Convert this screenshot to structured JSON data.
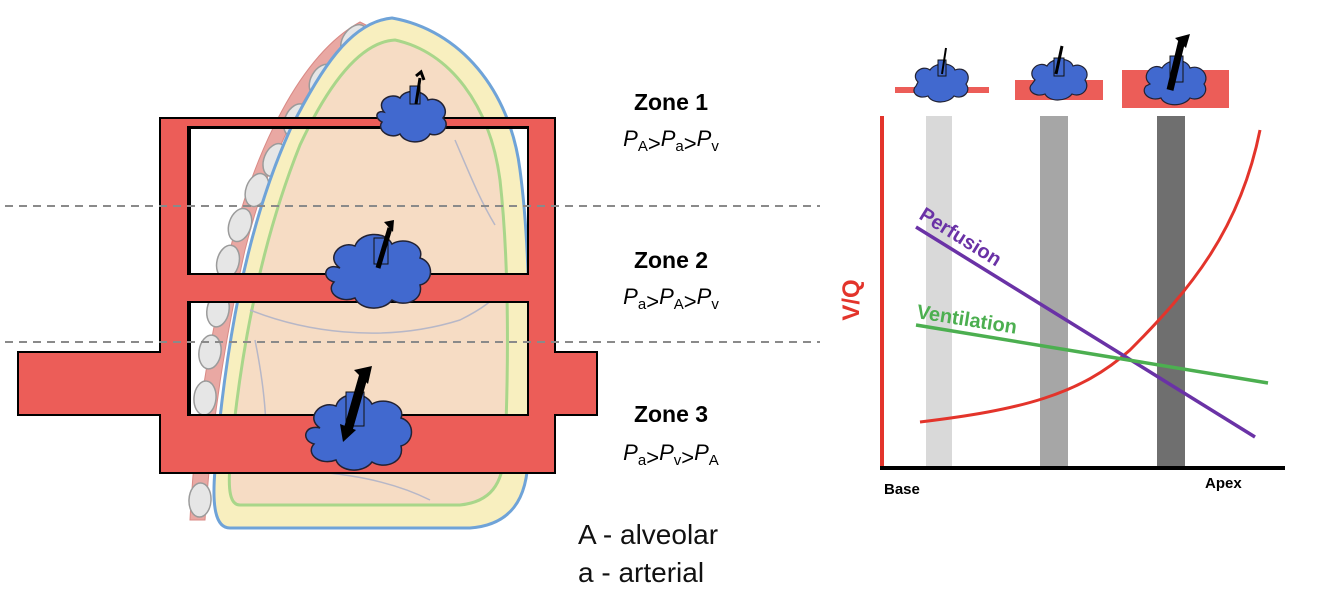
{
  "zones": [
    {
      "title": "Zone 1",
      "equation": [
        [
          "P",
          "A"
        ],
        [
          ">",
          ""
        ],
        [
          "P",
          "a"
        ],
        [
          ">",
          ""
        ],
        [
          "P",
          "v"
        ]
      ]
    },
    {
      "title": "Zone 2",
      "equation": [
        [
          "P",
          "a"
        ],
        [
          ">",
          ""
        ],
        [
          "P",
          "A"
        ],
        [
          ">",
          ""
        ],
        [
          "P",
          "v"
        ]
      ]
    },
    {
      "title": "Zone 3",
      "equation": [
        [
          "P",
          "a"
        ],
        [
          ">",
          ""
        ],
        [
          "P",
          "v"
        ],
        [
          ">",
          ""
        ],
        [
          "P",
          "A"
        ]
      ]
    }
  ],
  "legend": {
    "alveolar": "A - alveolar",
    "arterial": "a - arterial"
  },
  "chart": {
    "ylabel": "V/Q",
    "xlabel_left": "Base",
    "xlabel_right": "Apex",
    "perfusion_label": "Perfusion",
    "ventilation_label": "Ventilation"
  },
  "colors": {
    "vessel": "#ec5d58",
    "alveolus": "#4169cf",
    "perfusion": "#6a32a6",
    "ventilation": "#4caf50",
    "vq_curve": "#e3342b",
    "lung_fill": "#f6dcc4",
    "pleura_outer": "#6fa3d8",
    "pleura_inner": "#f8efbf"
  }
}
